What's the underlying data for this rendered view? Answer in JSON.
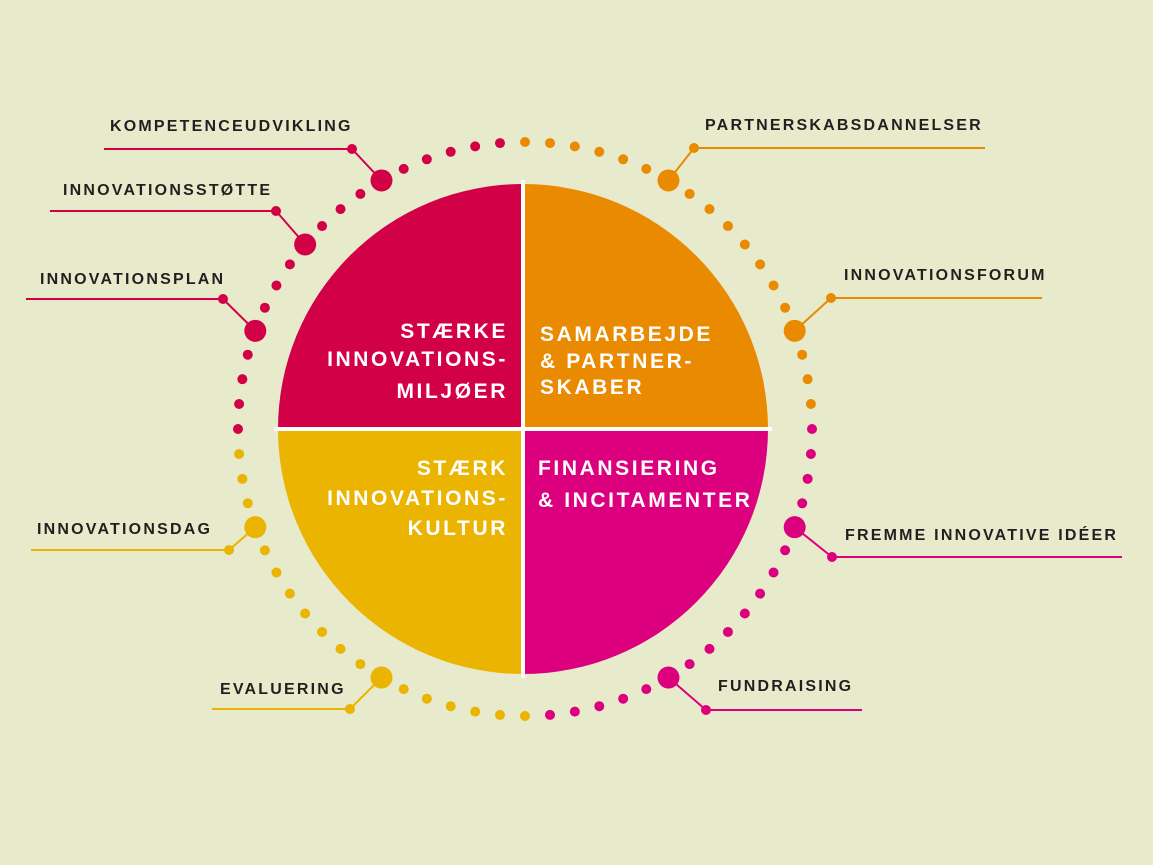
{
  "colors": {
    "background": "#E7EBCC",
    "crimson": "#D20046",
    "orange": "#E98A00",
    "yellow": "#EAB400",
    "magenta": "#DC007F",
    "label_text": "#231F20"
  },
  "quadrants": {
    "top_left": {
      "lines": [
        "STÆRKE",
        "INNOVATIONS-",
        "MILJØER"
      ],
      "color": "#D20046"
    },
    "top_right": {
      "lines": [
        "SAMARBEJDE",
        "& PARTNER-",
        "SKABER"
      ],
      "color": "#E98A00"
    },
    "bottom_left": {
      "lines": [
        "STÆRK",
        "INNOVATIONS-",
        "KULTUR"
      ],
      "color": "#EAB400"
    },
    "bottom_right": {
      "lines": [
        "FINANSIERING",
        "& INCITAMENTER"
      ],
      "color": "#DC007F"
    }
  },
  "labels": [
    {
      "text": "KOMPETENCEUDVIKLING",
      "color": "#D20046"
    },
    {
      "text": "INNOVATIONSSTØTTE",
      "color": "#D20046"
    },
    {
      "text": "INNOVATIONSPLAN",
      "color": "#D20046"
    },
    {
      "text": "INNOVATIONSDAG",
      "color": "#EAB400"
    },
    {
      "text": "EVALUERING",
      "color": "#EAB400"
    },
    {
      "text": "FUNDRAISING",
      "color": "#DC007F"
    },
    {
      "text": "FREMME INNOVATIVE IDÉER",
      "color": "#DC007F"
    },
    {
      "text": "INNOVATIONSFORUM",
      "color": "#E98A00"
    },
    {
      "text": "PARTNERSKABSDANNELSER",
      "color": "#E98A00"
    }
  ]
}
